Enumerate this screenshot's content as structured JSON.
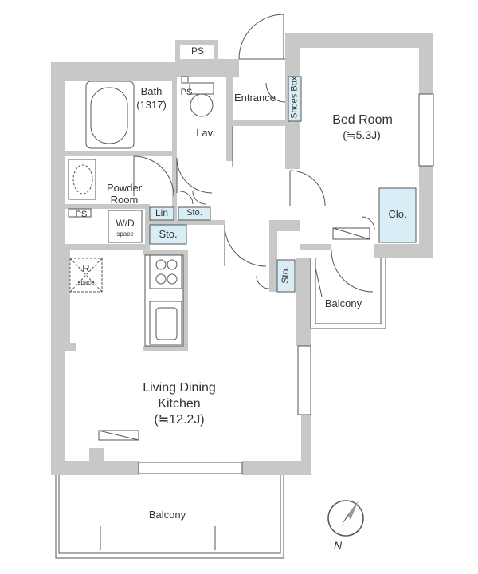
{
  "plan": {
    "ps_top": "PS",
    "bath": "Bath",
    "bath_size": "(1317)",
    "ps_lav": "PS",
    "lav": "Lav.",
    "entrance": "Entrance",
    "shoes_box": "Shoes Box",
    "bedroom": "Bed Room",
    "bedroom_size": "(≒5.3J)",
    "powder_room_1": "Powder",
    "powder_room_2": "Room",
    "ps_left": "PS",
    "wd": "W/D",
    "wd_space": "space",
    "lin": "Lin",
    "sto_small": "Sto.",
    "sto_mid": "Sto.",
    "sto_right": "Sto.",
    "clo": "Clo.",
    "balcony_right": "Balcony",
    "r_label": "R",
    "r_space": "space",
    "ldk_1": "Living Dining",
    "ldk_2": "Kitchen",
    "ldk_size": "(≒12.2J)",
    "balcony_bottom": "Balcony",
    "north": "N"
  },
  "colors": {
    "wall": "#c8c8c8",
    "storage": "#d9edf7",
    "line": "#555555"
  }
}
